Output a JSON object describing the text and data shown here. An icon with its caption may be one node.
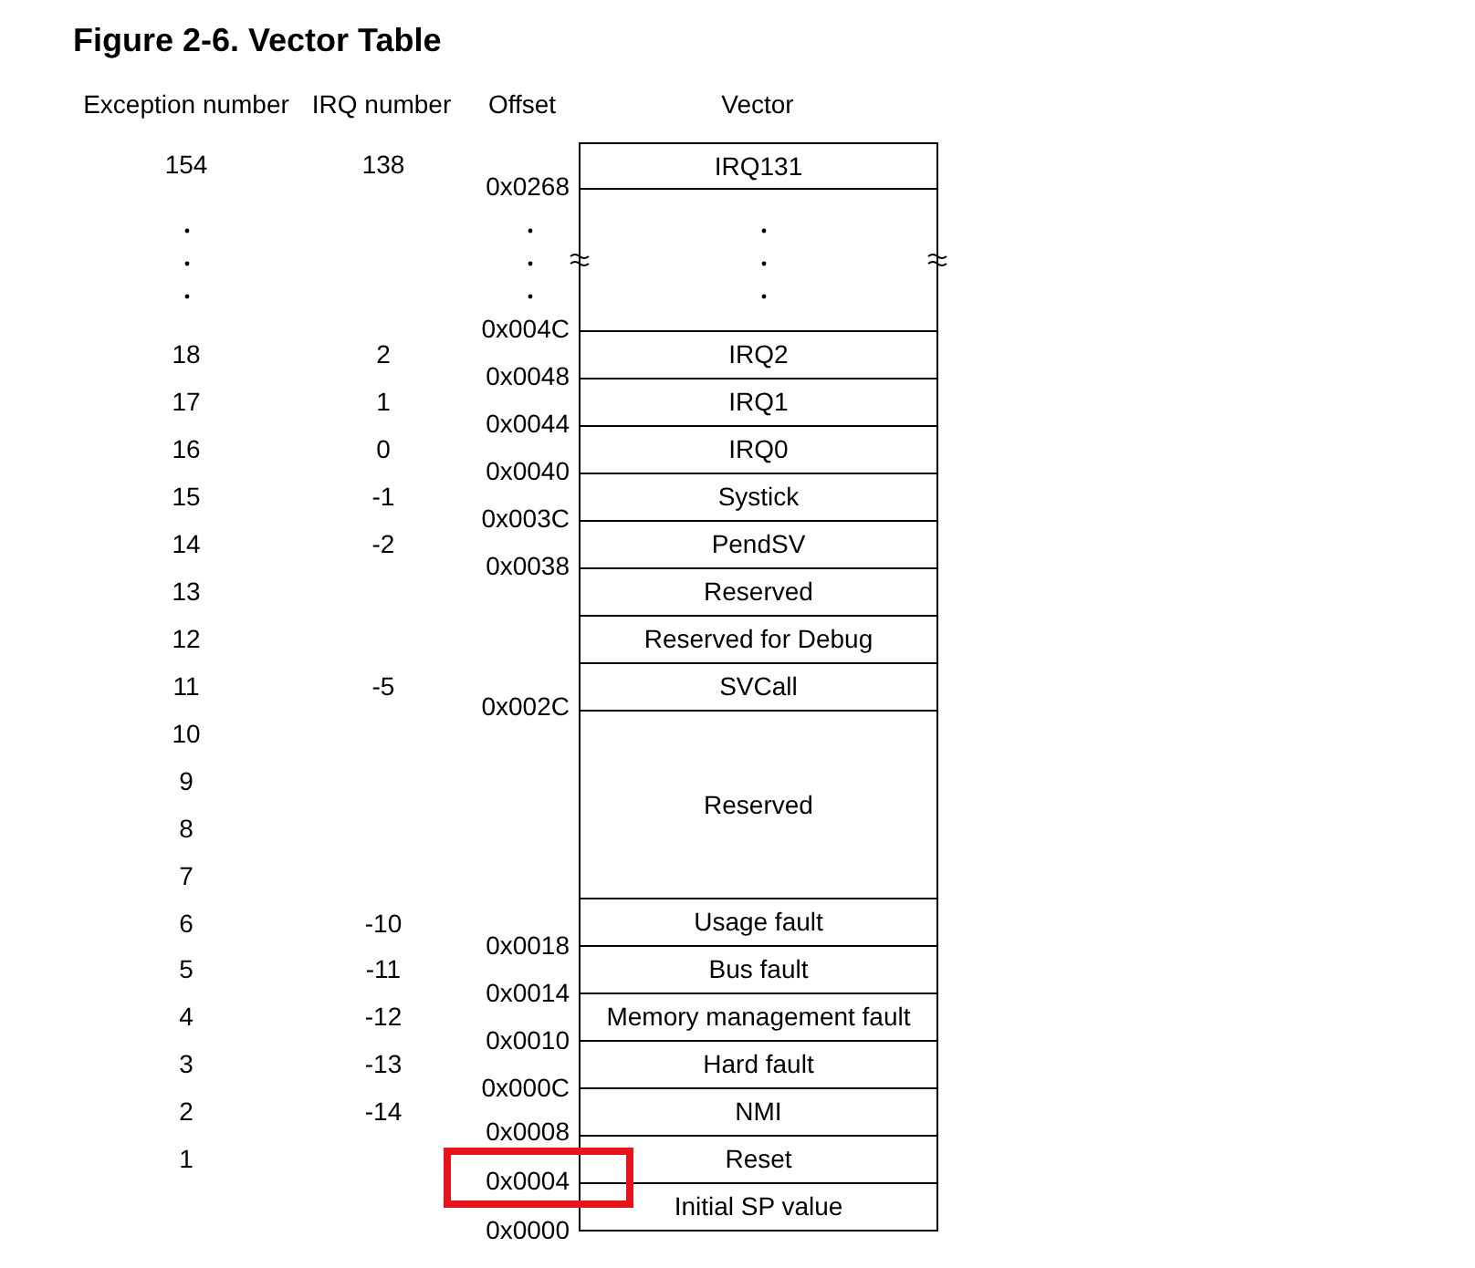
{
  "diagram": {
    "title": "Figure 2-6. Vector Table",
    "nodes": [
      {
        "text": [
          "IRQ131"
        ]
      },
      {
        "text": [],
        "shape": "box"
      },
      {
        "text": [
          "IRQ2"
        ]
      },
      {
        "text": [
          "IRQ1"
        ]
      },
      {
        "text": [
          "IRQ0"
        ]
      },
      {
        "text": [
          "Systick"
        ]
      },
      {
        "text": [
          "PendSV"
        ]
      },
      {
        "text": [
          "Reserved"
        ]
      },
      {
        "text": [
          "Reserved for Debug"
        ]
      },
      {
        "text": [
          "SVCall"
        ]
      },
      {
        "text": [
          "Reserved"
        ]
      },
      {
        "text": [
          "Usage fault"
        ]
      },
      {
        "text": [
          "Bus fault"
        ]
      },
      {
        "text": [
          "Memory management fault"
        ]
      },
      {
        "text": [
          "Hard fault"
        ]
      },
      {
        "text": [
          "NMI"
        ]
      },
      {
        "text": [
          "Reset"
        ]
      },
      {
        "text": [
          "Initial SP value"
        ]
      }
    ],
    "labels": [
      "Exception number",
      "IRQ number",
      "Offset",
      "Vector",
      "154",
      "138",
      "0x0268",
      "0x004C",
      "18",
      "2",
      "0x0048",
      "17",
      "1",
      "0x0044",
      "16",
      "0",
      "0x0040",
      "15",
      "-1",
      "0x003C",
      "14",
      "-2",
      "0x0038",
      "13",
      "12",
      "11",
      "-5",
      "0x002C",
      "10",
      "9",
      "8",
      "7",
      "6",
      "-10",
      "0x0018",
      "5",
      "-11",
      "0x0014",
      "4",
      "-12",
      "0x0010",
      "3",
      "-13",
      "0x000C",
      "2",
      "-14",
      "0x0008",
      "1",
      "0x0004",
      "0x0000"
    ]
  }
}
